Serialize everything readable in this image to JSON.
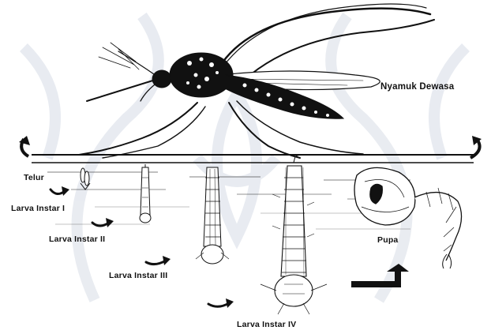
{
  "diagram": {
    "labels": {
      "adult": "Nyamuk Dewasa",
      "egg": "Telur",
      "larva_1": "Larva Instar I",
      "larva_2": "Larva Instar II",
      "larva_3": "Larva Instar III",
      "larva_4": "Larva Instar IV",
      "pupa": "Pupa"
    },
    "colors": {
      "ink": "#111111",
      "watermark": "#dfe3ea",
      "background": "#ffffff"
    }
  }
}
